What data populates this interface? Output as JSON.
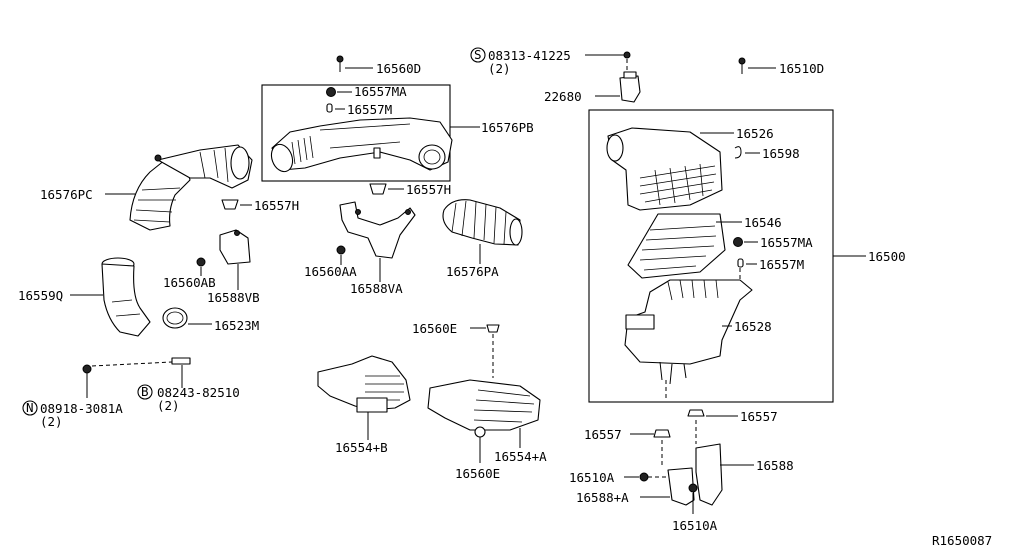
{
  "diagram_ref": "R1650087",
  "callouts": {
    "p16560D": "16560D",
    "p16557MA_top": "16557MA",
    "p16557M_top": "16557M",
    "p16576PB": "16576PB",
    "p16576PC": "16576PC",
    "p16557H_left": "16557H",
    "p16557H_mid": "16557H",
    "p16560AA": "16560AA",
    "p16588VA": "16588VA",
    "p16576PA": "16576PA",
    "p16560AB": "16560AB",
    "p16588VB": "16588VB",
    "p16559Q": "16559Q",
    "p16523M": "16523M",
    "p16560E_top": "16560E",
    "p16560E_bottom": "16560E",
    "p16554A": "16554+A",
    "p16554B": "16554+B",
    "p08313": "08313-41225",
    "p08313_qty": "(2)",
    "p22680": "22680",
    "p16510D": "16510D",
    "p16526": "16526",
    "p16598": "16598",
    "p16546": "16546",
    "p16557MA_right": "16557MA",
    "p16557M_right": "16557M",
    "p16500": "16500",
    "p16528": "16528",
    "p16557_right": "16557",
    "p16557_left": "16557",
    "p16588": "16588",
    "p16510A_left": "16510A",
    "p16588A": "16588+A",
    "p16510A_bottom": "16510A",
    "p08918": "08918-3081A",
    "p08918_qty": "(2)",
    "p08243": "08243-82510",
    "p08243_qty": "(2)"
  },
  "markers": {
    "s": "S",
    "n": "N",
    "b": "B"
  }
}
